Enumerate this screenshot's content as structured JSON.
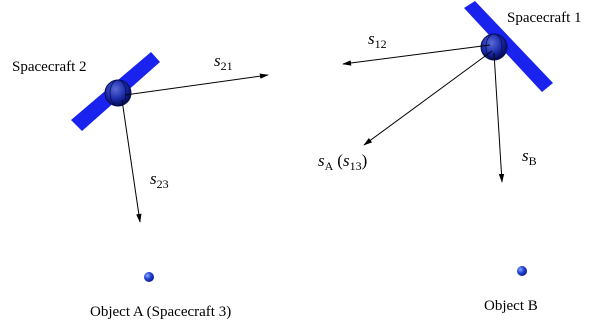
{
  "nodes": {
    "spacecraft1": {
      "label": "Spacecraft 1"
    },
    "spacecraft2": {
      "label": "Spacecraft 2"
    },
    "objectA": {
      "label": "Object A (Spacecraft 3)"
    },
    "objectB": {
      "label": "Object B"
    }
  },
  "vectors": {
    "s21": {
      "base": "s",
      "sub": "21"
    },
    "s12": {
      "base": "s",
      "sub": "12"
    },
    "sA": {
      "base": "s",
      "sub": "A",
      "paren_base": "s",
      "paren_sub": "13"
    },
    "sB": {
      "base": "s",
      "sub": "B"
    },
    "s23": {
      "base": "s",
      "sub": "23"
    }
  },
  "colors": {
    "panel": "#1a22ee",
    "body": "#0a1a88",
    "object": "#1d3fcf",
    "arrow": "#000000"
  }
}
